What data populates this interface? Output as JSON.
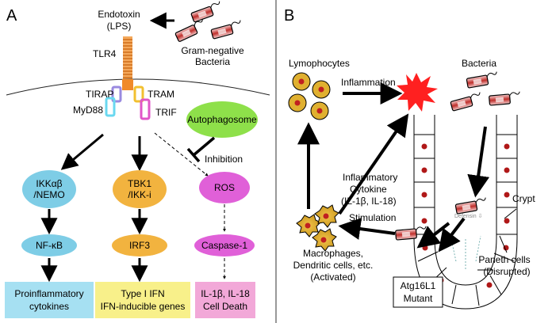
{
  "panelA": {
    "label": "A",
    "endotoxin_line1": "Endotoxin",
    "endotoxin_line2": "(LPS)",
    "bacteria_line1": "Gram-negative",
    "bacteria_line2": "Bacteria",
    "tlr4": "TLR4",
    "tirap": "TIRAP",
    "tram": "TRAM",
    "myd88": "MyD88",
    "trif": "TRIF",
    "autophagosome": "Autophagosome",
    "inhibition": "Inhibition",
    "ikk_line1": "IKKαβ",
    "ikk_line2": "/NEMO",
    "tbk1_line1": "TBK1",
    "tbk1_line2": "/IKK-i",
    "ros": "ROS",
    "nfkb": "NF-κB",
    "irf3": "IRF3",
    "caspase": "Caspase-1",
    "out1_line1": "Proinflammatory",
    "out1_line2": "cytokines",
    "out2_line1": "Type I IFN",
    "out2_line2": "IFN-inducible genes",
    "out3_line1": "IL-1β, IL-18",
    "out3_line2": "Cell Death",
    "colors": {
      "blue": "#7ecde6",
      "orange": "#f2b33f",
      "magenta": "#e060d8",
      "green": "#8ee04a",
      "out_blue": "#a6e0f2",
      "out_yellow": "#f8f08a",
      "out_pink": "#f2a8d8"
    }
  },
  "panelB": {
    "label": "B",
    "lymphocytes": "Lymophocytes",
    "inflammation": "Inflammation",
    "bacteria": "Bacteria",
    "cytokine_line1": "Inflammatory",
    "cytokine_line2": "Cytokine",
    "cytokine_line3": "(IL-1β, IL-18)",
    "defensin": "Defensin ⇩",
    "crypt": "Crypt",
    "stimulation": "Stimulation",
    "macro_line1": "Macrophages,",
    "macro_line2": "Dendritic cells, etc.",
    "macro_line3": "(Activated)",
    "paneth_line1": "Paneth cells",
    "paneth_line2": "(Disrupted)",
    "mutant_line1": "Atg16L1",
    "mutant_line2": "Mutant"
  }
}
